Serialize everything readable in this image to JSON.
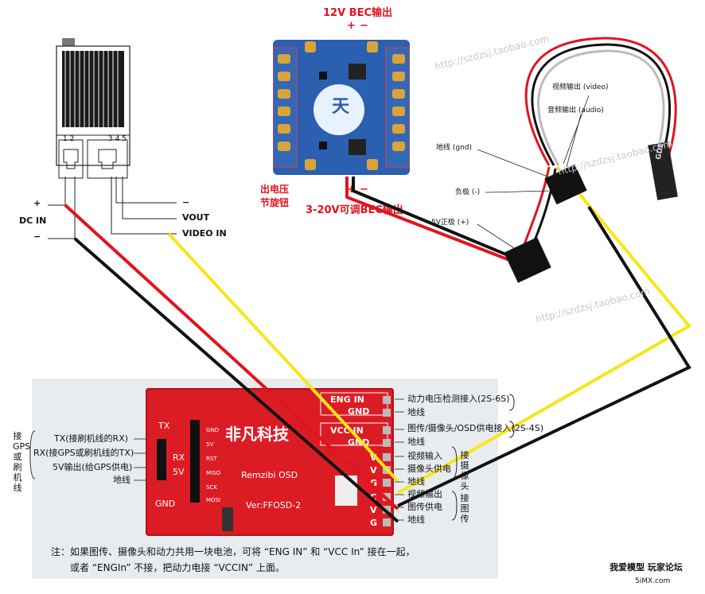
{
  "camera": {
    "pin_numbers_left": "1 2",
    "pin_numbers_right": "3 4 5",
    "plus": "+",
    "minus_top": "−",
    "dc_in": "DC IN",
    "minus_bottom": "−",
    "vout_minus": "−",
    "vout": "VOUT",
    "video_in": "VIDEO IN"
  },
  "bec": {
    "title": "12V BEC输出",
    "plus_top": "+",
    "minus_top": "−",
    "left_label_1": "出电压",
    "left_label_2": "节旋钮",
    "plus_bottom": "+",
    "minus_bottom": "−",
    "bottom_label": "3-20V可调BEC输出",
    "logo": "天"
  },
  "cable": {
    "video_out": "视频输出 (video)",
    "audio_out": "音频输出 (audio)",
    "ground": "地线 (gnd)",
    "negative": "负极 (-)",
    "power_positive": "5V正极 (+)",
    "plug_label": "GDEC"
  },
  "watermarks": {
    "wm1": "http://szdzsj.taobao.com",
    "wm2": "http://szdzsj.taobao.com",
    "wm3": "http://szdzsj.taobao.com"
  },
  "osd": {
    "chip_text": "非凡科技",
    "model": "Remzibi OSD",
    "version": "Ver:FFOSD-2",
    "pins_left": [
      "TX",
      "RX",
      "5V",
      "GND"
    ],
    "small_pins": [
      "GND",
      "5V",
      "RST",
      "MISO",
      "SCK",
      "MOSI"
    ],
    "pins_right": [
      "ENG IN",
      "GND",
      "VCC IN",
      "GND",
      "V",
      "V",
      "G",
      "C",
      "V",
      "G"
    ],
    "left_side_label": "接GPS或刷机线",
    "left_items": [
      "TX(接刷机线的RX)",
      "RX(接GPS或刷机线的TX)",
      "5V输出(给GPS供电)",
      "地线"
    ],
    "right_items": [
      "动力电压检测接入(2S-6S)",
      "地线",
      "图传/摄像头/OSD供电接入(2S-4S)",
      "地线",
      "视频输入",
      "摄像头供电",
      "地线",
      "视频输出",
      "图传供电",
      "地线"
    ],
    "camera_group": "接摄像头",
    "vtx_group": "接图传",
    "note_line1": "注：如果图传、摄像头和动力共用一块电池，可将 “ENG IN” 和 “VCC In” 接在一起，",
    "note_line2": "或者 “ENGIn” 不接，把动力电接 “VCCIN” 上面。"
  },
  "footer": {
    "forum": "我爱模型 玩家论坛",
    "site": "5iMX.com"
  },
  "colors": {
    "wire_red": "#e0141e",
    "wire_black": "#111111",
    "wire_yellow": "#f5e61a",
    "board_red": "#dc1c24",
    "board_blue": "#2b5fb0"
  }
}
